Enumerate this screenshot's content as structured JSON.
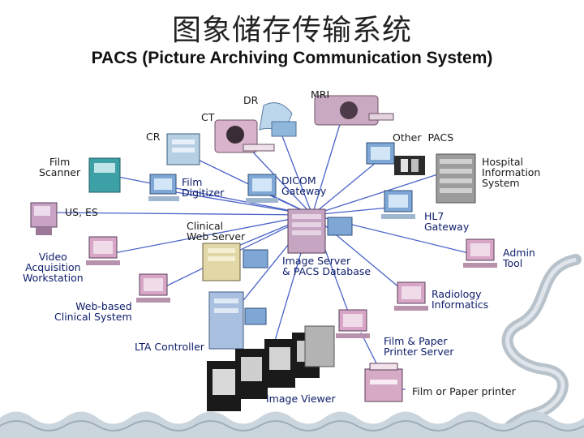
{
  "title_cn": "图象储存传输系统",
  "title_en": "PACS (Picture Archiving Communication System)",
  "labels": {
    "mri": "MRI",
    "dr": "DR",
    "ct": "CT",
    "cr": "CR",
    "other_pacs": "Other  PACS",
    "film_scanner": "Film\nScanner",
    "hospital_info": "Hospital\nInformation\nSystem",
    "film_digitizer": "Film\nDigitizer",
    "dicom_gateway": "DICOM\nGateway",
    "us_es": "US, ES",
    "hl7_gateway": "HL7\nGateway",
    "clinical_web": "Clinical\nWeb Server",
    "video_acq": "Video\nAcquisition\nWorkstation",
    "image_server": "Image Server\n& PACS Database",
    "admin_tool": "Admin\nTool",
    "web_based": "Web-based\nClinical System",
    "radiology_info": "Radiology\nInformatics",
    "lta_controller": "LTA Controller",
    "film_paper_server": "Film & Paper\nPrinter Server",
    "image_viewer": "Image Viewer",
    "film_paper_printer": "Film or Paper printer"
  },
  "colors": {
    "line": "#4a63c8",
    "label": "#0c1c6a",
    "monitor": "#7ea7d6",
    "pink_device": "#d8a8c8",
    "cabinet": "#1a1a1a"
  },
  "icons": [
    "mri-scanner-icon",
    "dr-xray-icon",
    "ct-scanner-icon",
    "cr-reader-icon",
    "workstation-icon",
    "film-scanner-icon",
    "server-rack-icon",
    "ultrasound-icon",
    "printer-icon",
    "image-viewer-cabinet-icon",
    "lta-controller-icon"
  ]
}
